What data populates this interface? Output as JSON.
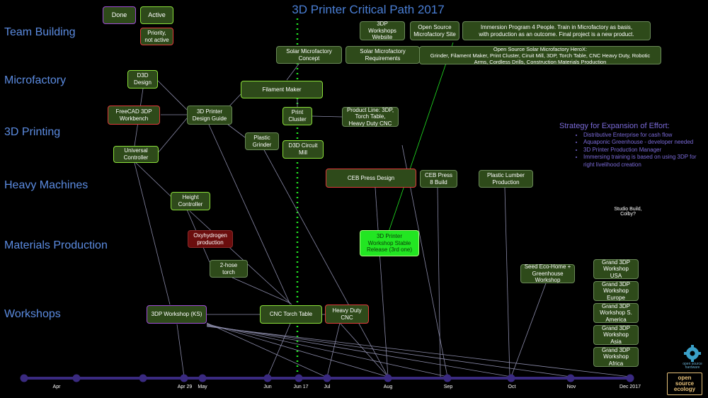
{
  "title": "3D Printer Critical Path 2017",
  "lanes": [
    "Team Building",
    "Microfactory",
    "3D Printing",
    "Heavy Machines",
    "Materials Production",
    "Workshops"
  ],
  "nodes": {
    "legend_done": "Done",
    "legend_active": "Active",
    "legend_priority": "Priority,\nnot active",
    "workshops_website": "3DP\nWorkshops\nWebsite",
    "open_source_site": "Open Source\nMicrofactory Site",
    "immersion": "Immersion Program 4 People.  Train in Microfactory as basis,\nwith production as an outcome. Final project is a new product.",
    "solar_concept": "Solar Microfactory\nConcept",
    "solar_reqs": "Solar  Microfactory\nRequirements",
    "herox": "Open Source Solar Microfactory  HeroX:\nGrinder, Filament Maker, Print Cluster, Ciruit Mill, 3DP, Torch Table, CNC Heavy Duty, Robotic\nArms, Cordless Drills, Construction Materials Production",
    "d3d_design": "D3D\nDesign",
    "filament_maker": "Filament Maker",
    "freecad": "FreeCAD 3DP\nWorkbench",
    "design_guide": "3D Printer\nDesign Guide",
    "print_cluster": "Print\nCluster",
    "product_line": "Product Line: 3DP,\nTorch Table,\nHeavy Duty CNC",
    "plastic_grinder": "Plastic\nGrinder",
    "circuit_mill": "D3D Circuit\nMill",
    "universal_controller": "Universal\nController",
    "ceb_design": "CEB Press Design",
    "ceb_8": "CEB Press\n8 Build",
    "plastic_lumber": "Plastic Lumber\nProduction",
    "height_controller": "Height\nController",
    "oxyhydrogen": "Oxyhydrogen\nproduction",
    "workshop_release": "3D Printer\nWorkshop Stable\nRelease (3rd one)",
    "two_hose": "2-hose\ntorch",
    "seed_eco": "Seed Eco-Home +\nGreenhouse\nWorkshop",
    "grand_usa": "Grand 3DP\nWorkshop\nUSA",
    "grand_europe": "Grand 3DP\nWorkshop\nEurope",
    "grand_sa": "Grand 3DP\nWorkshop S.\nAmerica",
    "grand_asia": "Grand 3DP\nWorkshop\nAsia",
    "grand_africa": "Grand 3DP\nWorkshop\nAfrica",
    "ks_workshop": "3DP Workshop (KS)",
    "cnc_torch": "CNC Torch Table",
    "heavy_cnc": "Heavy Duty\nCNC"
  },
  "strategy": {
    "heading": "Strategy for Expansion of Effort:",
    "items": [
      "Distributive Enterprise for cash flow",
      "Aquaponic Greenhouse - developer needed",
      "3D Printer Production Manager",
      "Immersing training is based on using 3DP for right livelihood creation"
    ]
  },
  "note": "Studio Build,\nColby?",
  "timeline": [
    "Apr",
    "Apr 29",
    "May",
    "Jun",
    "Jun 17",
    "Jul",
    "Aug",
    "Sep",
    "Oct",
    "Nov",
    "Dec 2017"
  ],
  "logo_osh": "open source\nhardware",
  "logo_ose": "open\nsource\necology",
  "colors": {
    "lane": "#5b8be0",
    "active": "#8adf3a",
    "done": "#a04cd8",
    "priority": "#e03a3a",
    "timeline": "#3a2a80",
    "today": "#22e622"
  }
}
